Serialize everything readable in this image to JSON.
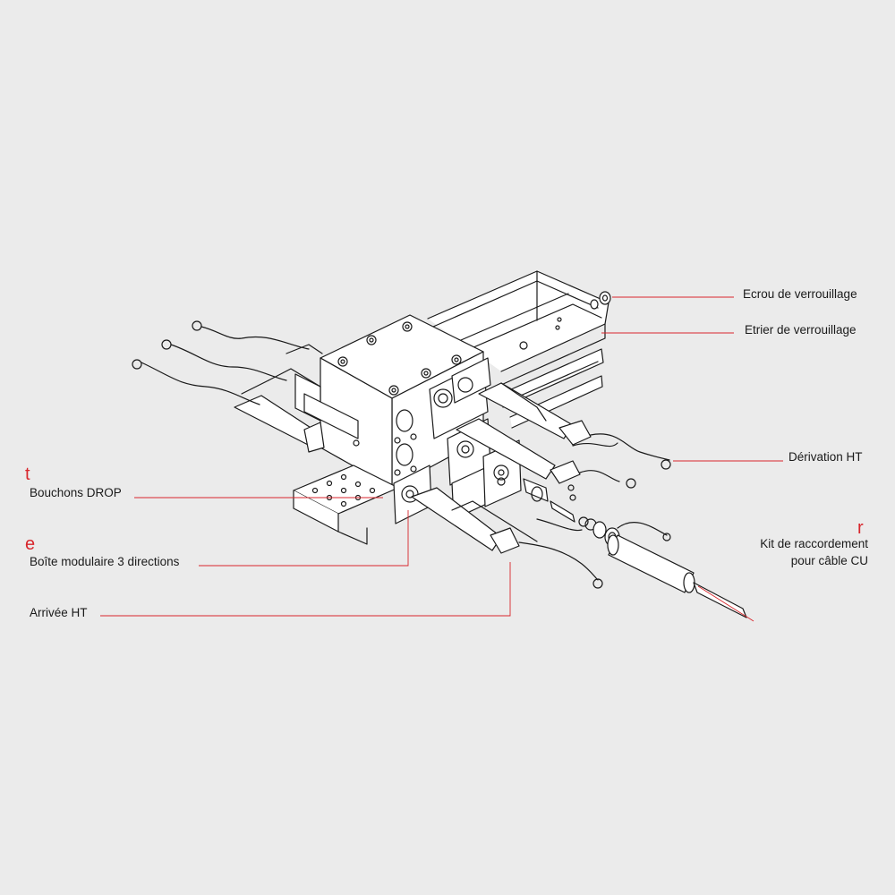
{
  "accent_color": "#d8262c",
  "line_color": "#1a1a1a",
  "labels": {
    "ecrou": "Ecrou de verrouillage",
    "etrier": "Etrier de verrouillage",
    "derivation": "Dérivation HT",
    "bouchons": "Bouchons DROP",
    "boite": "Boîte modulaire 3 directions",
    "arrivee": "Arrivée HT",
    "kit_line1": "Kit de raccordement",
    "kit_line2": "pour câble CU"
  },
  "letters": {
    "t": "t",
    "e": "e",
    "r": "r"
  }
}
